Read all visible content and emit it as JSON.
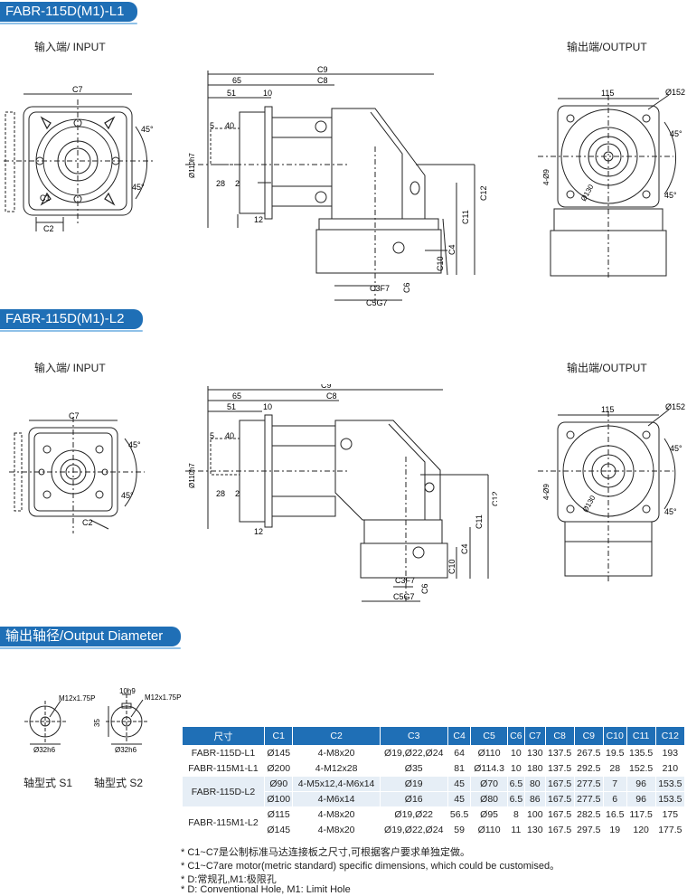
{
  "sections": {
    "l1_title": "FABR-115D(M1)-L1",
    "l2_title": "FABR-115D(M1)-L2",
    "output_diameter_title": "输出轴径/Output Diameter"
  },
  "labels": {
    "input": "输入端/ INPUT",
    "output": "输出端/OUTPUT"
  },
  "dims": {
    "C7": "C7",
    "C2": "C2",
    "C1": "C1",
    "C9": "C9",
    "C8": "C8",
    "d65": "65",
    "d51": "51",
    "d10": "10",
    "d5": "5",
    "d40": "40",
    "d28": "28",
    "d2": "2",
    "d12": "12",
    "d110": "Ø110h7",
    "C12": "C12",
    "C11": "C11",
    "C4": "C4",
    "C10": "C10",
    "C3": "C3F7",
    "C6": "C6",
    "C5": "C5G7",
    "d115": "115",
    "d152": "Ø152",
    "d9": "4-Ø9",
    "d130": "Ø130",
    "a45": "45°"
  },
  "shaft": {
    "m12_s1": "M12x1.75P",
    "m12_s2": "M12x1.75P",
    "key": "10h9",
    "d35": "35",
    "d32_s1": "Ø32h6",
    "d32_s2": "Ø32h6",
    "s1": "轴型式 S1",
    "s2": "轴型式 S2"
  },
  "table": {
    "headers": [
      "尺寸",
      "C1",
      "C2",
      "C3",
      "C4",
      "C5",
      "C6",
      "C7",
      "C8",
      "C9",
      "C10",
      "C11",
      "C12"
    ],
    "rows": [
      [
        "FABR-115D-L1",
        "Ø145",
        "4-M8x20",
        "Ø19,Ø22,Ø24",
        "64",
        "Ø110",
        "10",
        "130",
        "137.5",
        "267.5",
        "19.5",
        "135.5",
        "193"
      ],
      [
        "FABR-115M1-L1",
        "Ø200",
        "4-M12x28",
        "Ø35",
        "81",
        "Ø114.3",
        "10",
        "180",
        "137.5",
        "292.5",
        "28",
        "152.5",
        "210"
      ],
      [
        "FABR-115D-L2",
        "Ø90",
        "4-M5x12,4-M6x14",
        "Ø19",
        "45",
        "Ø70",
        "6.5",
        "80",
        "167.5",
        "277.5",
        "7",
        "96",
        "153.5"
      ],
      [
        "",
        "Ø100",
        "4-M6x14",
        "Ø16",
        "45",
        "Ø80",
        "6.5",
        "86",
        "167.5",
        "277.5",
        "6",
        "96",
        "153.5"
      ],
      [
        "FABR-115M1-L2",
        "Ø115",
        "4-M8x20",
        "Ø19,Ø22",
        "56.5",
        "Ø95",
        "8",
        "100",
        "167.5",
        "282.5",
        "16.5",
        "117.5",
        "175"
      ],
      [
        "",
        "Ø145",
        "4-M8x20",
        "Ø19,Ø22,Ø24",
        "59",
        "Ø110",
        "11",
        "130",
        "167.5",
        "297.5",
        "19",
        "120",
        "177.5"
      ]
    ]
  },
  "notes": [
    "* C1~C7是公制标准马达连接板之尺寸,可根据客户要求单独定做。",
    "* C1~C7are motor(metric standard)  specific dimensions, which could be customised。",
    "* D:常规孔,M1:极限孔",
    "* D: Conventional Hole, M1: Limit Hole"
  ],
  "colors": {
    "banner": "#1f6fb6",
    "table_alt": "#e6eef6"
  }
}
